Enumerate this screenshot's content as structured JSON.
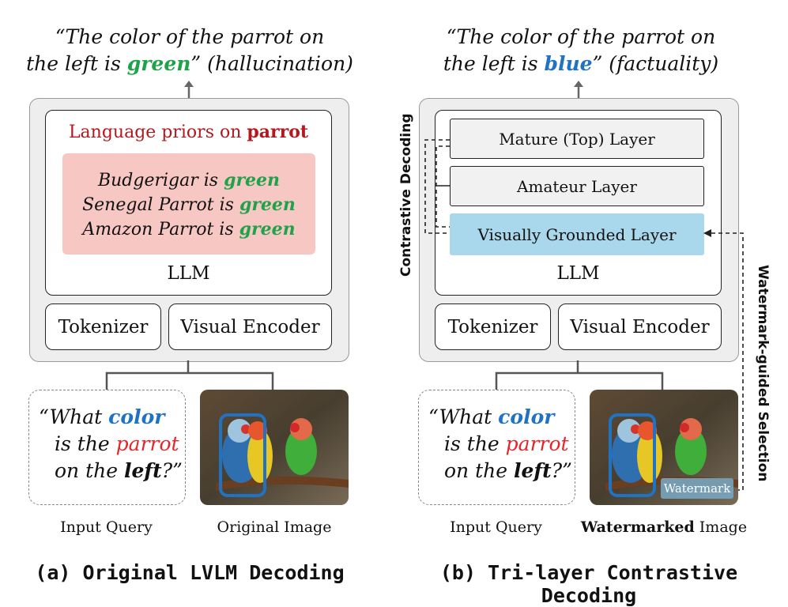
{
  "panel_a": {
    "output_prefix": "“The color of the parrot on",
    "output_line2_pre": "the left is ",
    "output_answer": "green",
    "output_line2_post": "” (hallucination)",
    "priors_title_pre": "Language priors on ",
    "priors_title_bold": "parrot",
    "priors": [
      {
        "subject": "Budgerigar is ",
        "value": "green"
      },
      {
        "subject": "Senegal Parrot is ",
        "value": "green"
      },
      {
        "subject": "Amazon Parrot is ",
        "value": "green"
      }
    ],
    "llm_label": "LLM",
    "tokenizer_label": "Tokenizer",
    "encoder_label": "Visual Encoder",
    "query_caption": "Input Query",
    "image_caption": "Original Image",
    "title": "(a) Original LVLM Decoding"
  },
  "panel_b": {
    "output_prefix": "“The color of the parrot on",
    "output_line2_pre": "the left is ",
    "output_answer": "blue",
    "output_line2_post": "” (factuality)",
    "layers": [
      "Mature (Top) Layer",
      "Amateur Layer",
      "Visually Grounded Layer"
    ],
    "llm_label": "LLM",
    "tokenizer_label": "Tokenizer",
    "encoder_label": "Visual Encoder",
    "left_label": "Contrastive Decoding",
    "right_label": "Watermark-guided Selection",
    "watermark_label": "Watermark",
    "query_caption": "Input Query",
    "image_caption_bold": "Watermarked",
    "image_caption_rest": " Image",
    "title": "(b) Tri-layer Contrastive Decoding"
  },
  "query": {
    "line1_pre": "“What ",
    "line1_color": "color",
    "line2_pre": "is the ",
    "line2_parrot": "parrot",
    "line3_pre": "on the ",
    "line3_bold": "left",
    "line3_post": "?”"
  },
  "colors": {
    "green": "#1fa24a",
    "blue": "#1f73c2",
    "red": "#e8242a",
    "prior_bg": "#f7c8c3",
    "grounded_layer_bg": "#a9d7ec",
    "outer_bg": "#eeeeee"
  }
}
